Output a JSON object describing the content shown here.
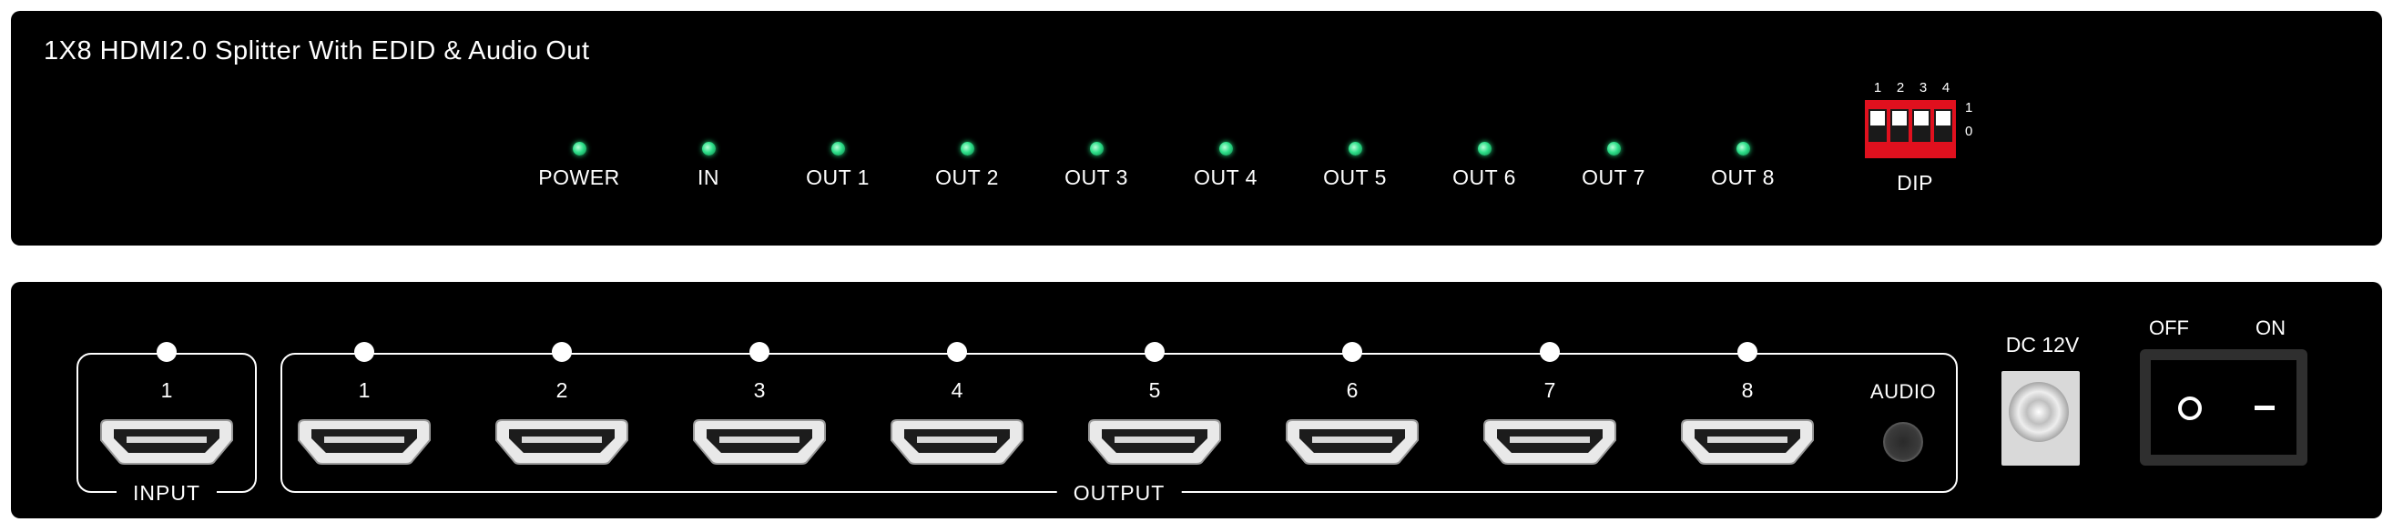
{
  "front_panel": {
    "title": "1X8 HDMI2.0 Splitter With EDID & Audio Out",
    "indicators": [
      "POWER",
      "IN",
      "OUT 1",
      "OUT 2",
      "OUT 3",
      "OUT 4",
      "OUT 5",
      "OUT 6",
      "OUT 7",
      "OUT 8"
    ],
    "dip": {
      "switch_numbers": [
        "1",
        "2",
        "3",
        "4"
      ],
      "state_on_label": "1",
      "state_off_label": "0",
      "label": "DIP"
    }
  },
  "rear_panel": {
    "input_group_label": "INPUT",
    "input_ports": [
      "1"
    ],
    "output_group_label": "OUTPUT",
    "output_ports": [
      "1",
      "2",
      "3",
      "4",
      "5",
      "6",
      "7",
      "8"
    ],
    "audio_label": "AUDIO",
    "dc_label": "DC 12V",
    "power_switch": {
      "off_label": "OFF",
      "on_label": "ON"
    }
  },
  "colors": {
    "panel": "#000000",
    "led": "#2ee08a",
    "dip_body": "#e0101e"
  }
}
